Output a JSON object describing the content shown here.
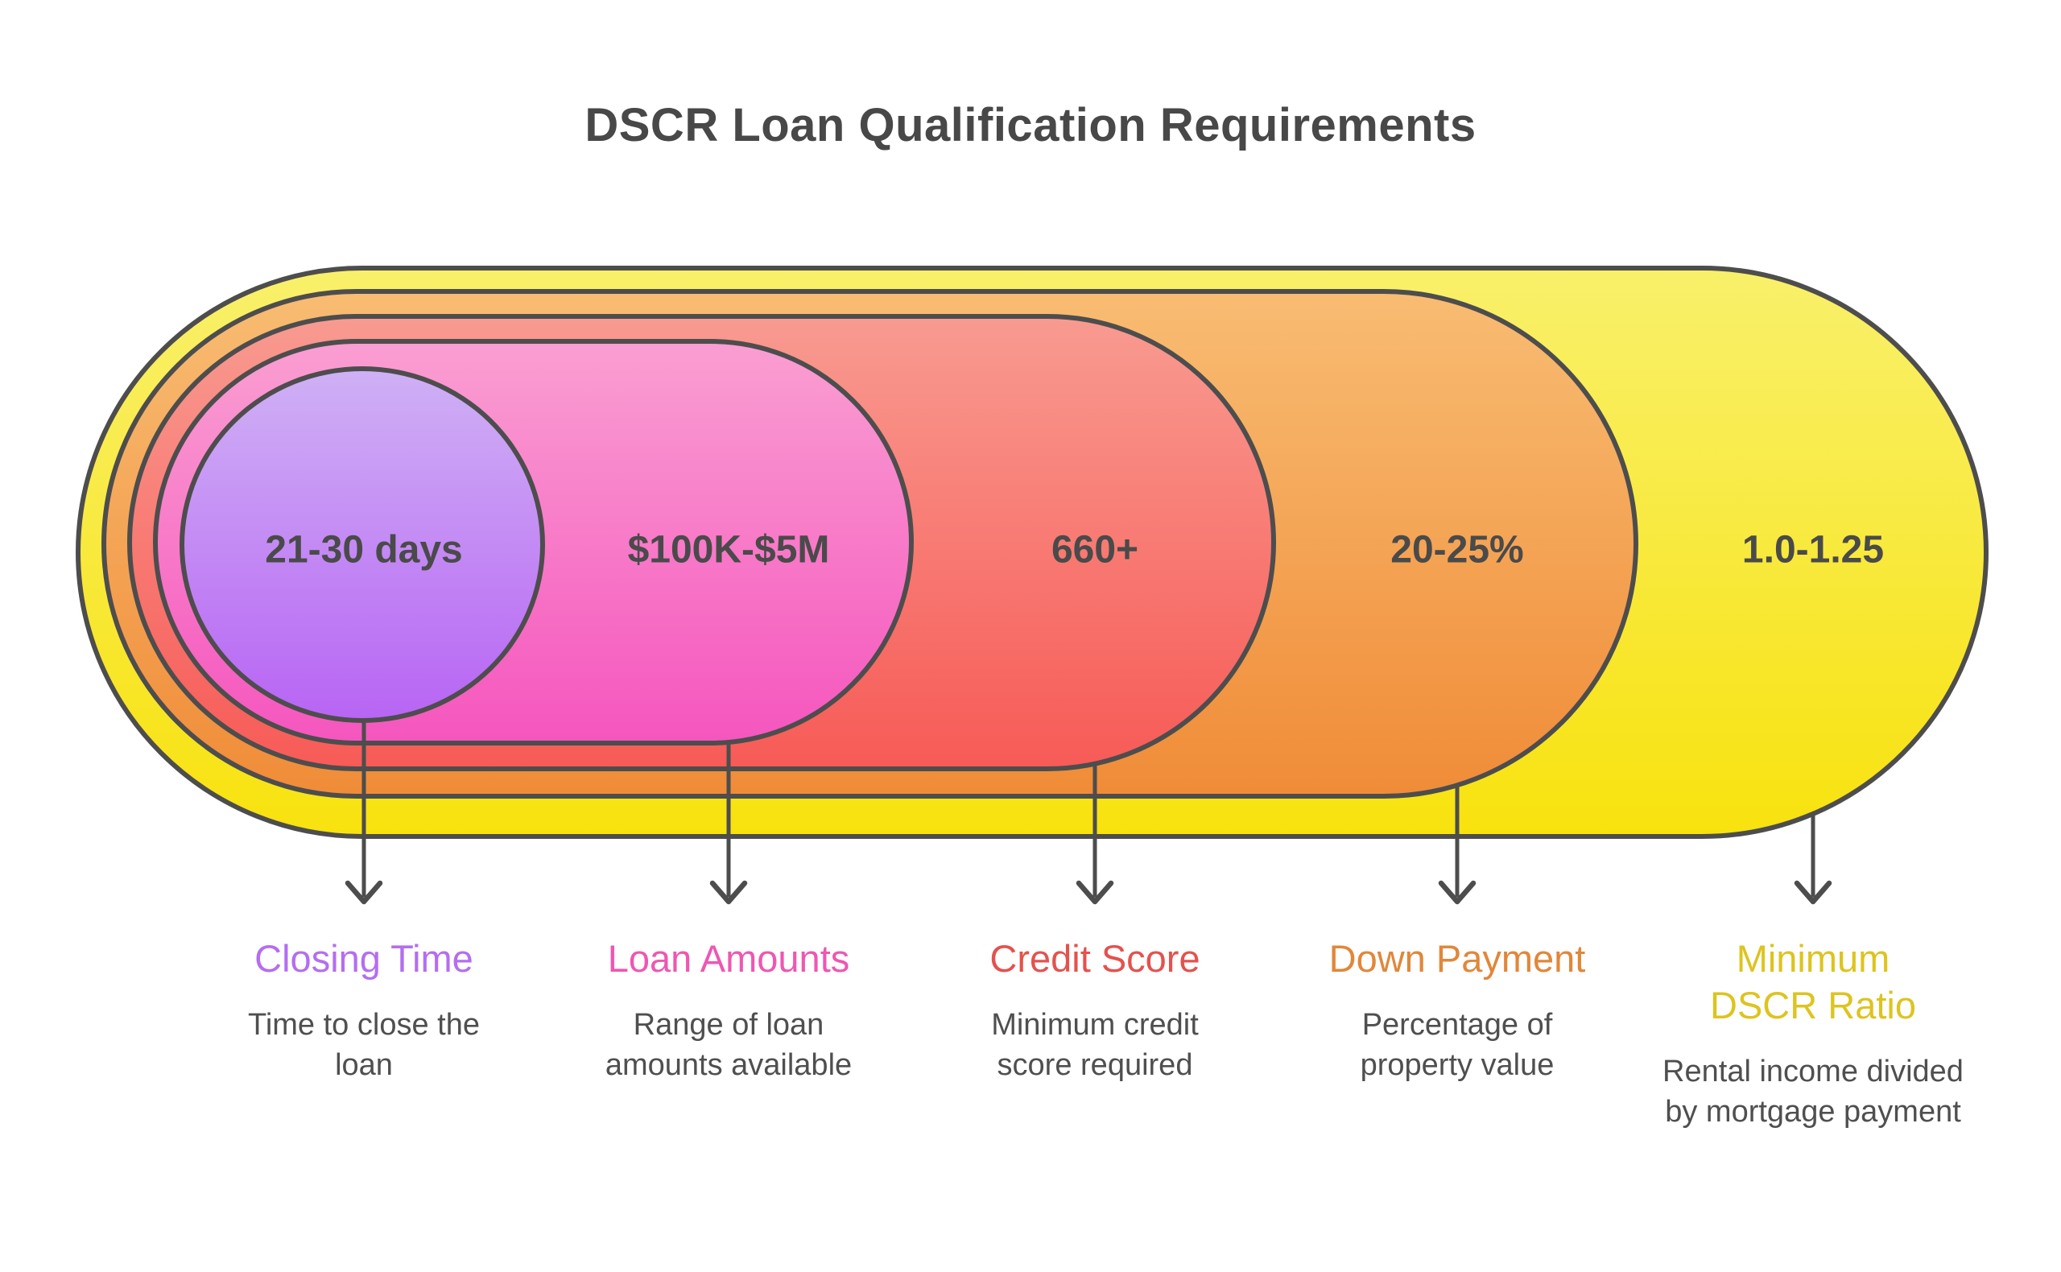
{
  "title": "DSCR Loan Qualification Requirements",
  "stroke_color": "#4d4d4d",
  "text_color": "#4a4a4a",
  "rings": [
    {
      "id": "closing-time",
      "value": "21-30 days",
      "label": "Closing Time",
      "description": "Time to close the loan",
      "color_top": "#cfb0f5",
      "color_bottom": "#b865f4",
      "label_color": "#b46ef0"
    },
    {
      "id": "loan-amounts",
      "value": "$100K-$5M",
      "label": "Loan Amounts",
      "description": "Range of loan amounts available",
      "color_top": "#fa9ed2",
      "color_bottom": "#f556be",
      "label_color": "#ee57b2"
    },
    {
      "id": "credit-score",
      "value": "660+",
      "label": "Credit Score",
      "description": "Minimum credit score required",
      "color_top": "#f89a90",
      "color_bottom": "#f75b57",
      "label_color": "#e4524e"
    },
    {
      "id": "down-payment",
      "value": "20-25%",
      "label": "Down Payment",
      "description": "Percentage of property value",
      "color_top": "#f8bc72",
      "color_bottom": "#f08c38",
      "label_color": "#e1873a"
    },
    {
      "id": "minimum-dscr-ratio",
      "value": "1.0-1.25",
      "label": "Minimum DSCR Ratio",
      "description": "Rental income divided by mortgage payment",
      "color_top": "#f9f06b",
      "color_bottom": "#f8e20e",
      "label_color": "#ddc41f"
    }
  ]
}
